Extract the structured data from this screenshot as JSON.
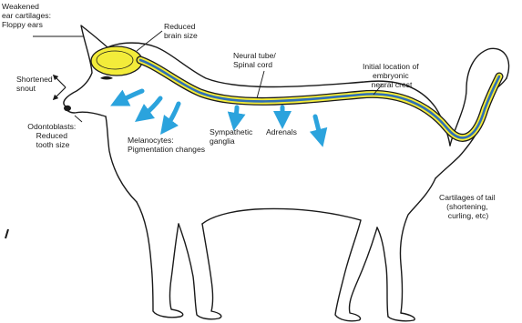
{
  "labels": {
    "ears": [
      "Weakened",
      "ear cartilages:",
      "Floppy ears"
    ],
    "brain": [
      "Reduced",
      "brain size"
    ],
    "snout": [
      "Shortened",
      "snout"
    ],
    "teeth": [
      "Odontoblasts:",
      "Reduced",
      "tooth size"
    ],
    "neural_tube": [
      "Neural tube/",
      "Spinal cord"
    ],
    "neural_crest": [
      "Initial location of",
      "embryonic",
      "neural crest"
    ],
    "melanocytes": [
      "Melanocytes:",
      "Pigmentation changes"
    ],
    "ganglia": [
      "Sympathetic",
      "ganglia"
    ],
    "adrenals": [
      "Adrenals"
    ],
    "tail": [
      "Cartilages of tail",
      "(shortening,",
      "curling, etc)"
    ]
  },
  "colors": {
    "outline": "#1a1a1a",
    "brain_fill": "#f3ec3a",
    "neural_crest_yellow": "#f3ec3a",
    "spinal_blue": "#2e6fb7",
    "arrow_blue": "#2ba3dd"
  }
}
